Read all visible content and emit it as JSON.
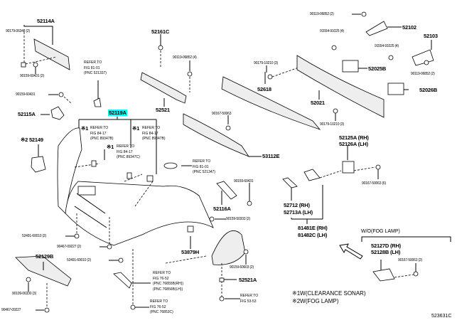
{
  "diagram": {
    "figure_code": "523631C",
    "highlighted_part": "52119A",
    "notes": [
      {
        "mark": "※1",
        "text": "W(CLEARANCE SONAR)"
      },
      {
        "mark": "※2",
        "text": "W(FOG LAMP)"
      }
    ],
    "variant_box_label": "W/O(FOG LAMP)",
    "parts": {
      "p52114A": "52114A",
      "p90179_06348": "90179-06348 (2)",
      "p90159_60431a": "90159-60431 (2)",
      "p90159_60431b": "90159-60431",
      "p52115A": "52115A",
      "p52149": "52149",
      "p52149_mark": "※2",
      "p52161C": "52161C",
      "p90119_06852_4": "90119-06852 (4)",
      "p52521": "52521",
      "p52119A": "52119A",
      "p90119_06852_2a": "90119-06852 (2)",
      "p91554_a": "91554-91025 (4)",
      "p91554_b": "91554-91025 (4)",
      "p90179_10210a": "90179-10210 (3)",
      "p90179_10210b": "90179-10210 (3)",
      "p52102": "52102",
      "p52103": "52103",
      "p90119_06852_2b": "90119-06852 (2)",
      "p52025B": "52025B",
      "p52026B": "52026B",
      "p52618": "52618",
      "p52021": "52021",
      "p90167_50063a": "90167-50063",
      "p53112E": "53112E",
      "p52125A": "52125A (RH)",
      "p52126A": "52126A (LH)",
      "p90167_50063b": "90167-50063 (6)",
      "p90159_60431c": "90159-60431",
      "p52116A": "52116A",
      "p90159_50333": "90159-50333 (2)",
      "p52712": "52712 (RH)",
      "p52713A": "52713A (LH)",
      "p81481E": "81481E (RH)",
      "p81482C": "81482C (LH)",
      "p52491_a": "52491-60010 (2)",
      "p90467_a": "90467-09227 (2)",
      "p52491_b": "52491-60010 (2)",
      "p52129B": "52129B",
      "p90109_06330": "90109-06330 (3)",
      "p90467_b": "90467-09227",
      "p53879H": "53879H",
      "p90159_60603": "90159-60603 (2)",
      "p52521A": "52521A",
      "p52127D": "52127D (RH)",
      "p52128B": "52128B (LH)",
      "p90167_50063c": "90167-50063 (2)"
    },
    "refs": {
      "r_top_left": "REFER TO\nFIG 81-01\n(PNC 521337)",
      "r_sonar1": "REFER TO\nFIG 84-17\n(PNC 89347B)",
      "r_sonar2": "REFER TO\nFIG 84-17\n(PNC 89347C)",
      "r_sonar3": "REFER TO\nFIG 84-17\n(PNC 89347B)",
      "r_mid": "REFER TO\nFIG 81-01\n(PNC 521347)",
      "r_bottom1": "REFER TO\nFIG 76-52\n(PNC 76855B(RH))\n(PNC 76856B(LH))",
      "r_bottom2": "REFER TO\nFIG 76-52\n(PNC 76853C)",
      "r_bottom3": "REFER TO\nFIG 53-53"
    },
    "sonar_mark": "※1"
  }
}
